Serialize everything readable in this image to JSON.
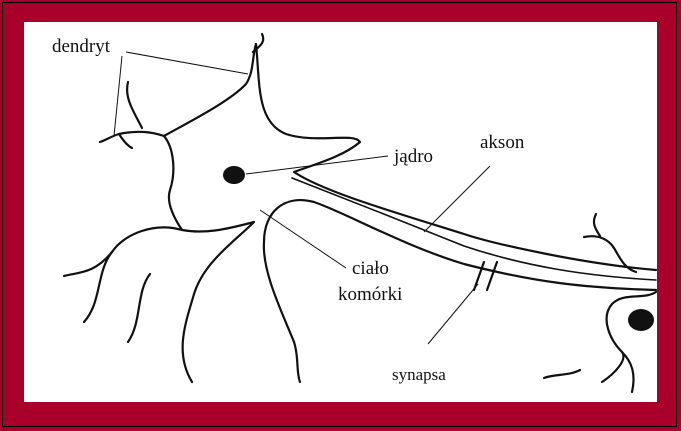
{
  "labels": {
    "dendrites": "dendryt",
    "nucleus": "jądro",
    "axon": "akson",
    "cell_body_line1": "ciało",
    "cell_body_line2": "komórki",
    "synapse": "synapsa"
  },
  "colors": {
    "frame": "#a8002a",
    "background": "#ffffff",
    "ink": "#111111"
  }
}
